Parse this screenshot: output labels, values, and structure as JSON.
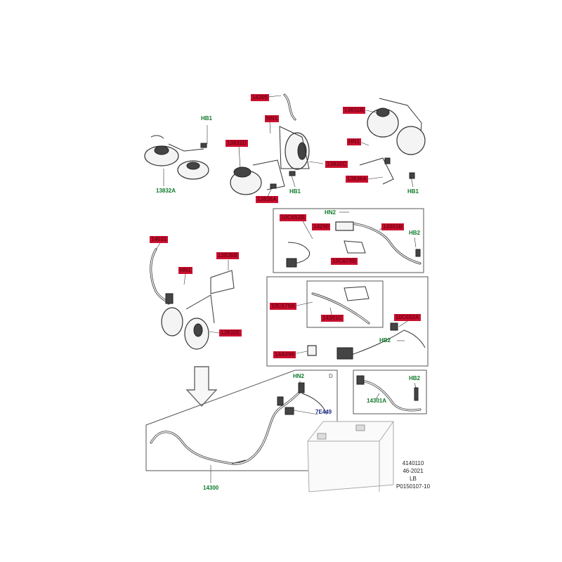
{
  "labels": {
    "hb1_a": "HB1",
    "horn_13832a": "13832A",
    "c_14305": "14305",
    "hn1_a": "HN1",
    "horn_13832d": "13832D",
    "horn_13832c_a": "13832C",
    "bracket_13836a_a": "13836A",
    "hb1_b": "HB1",
    "horn_13832b": "13832B",
    "hn1_b": "HN1",
    "bracket_13836a_b": "13836A",
    "hb1_c": "HB1",
    "c_10c652b": "10C652B",
    "hn2_a": "HN2",
    "c_14290": "14290",
    "c_14301b": "14301B",
    "hb2_a": "HB2",
    "c_10c679b": "10C679B",
    "c_14631": "14631",
    "hn1_c": "HN1",
    "bracket_13836b": "13836B",
    "horn_13832e": "13832E",
    "c_10c679a": "10C679A",
    "c_14301c": "14301C",
    "c_10c652a": "10C652A",
    "hb2_b": "HB2",
    "c_14a096": "14A096",
    "hn2_b": "HN2",
    "c_7e449": "7E449",
    "hb2_c": "HB2",
    "c_14301a": "14301A",
    "harness_14300": "14300",
    "panel_letter": "D"
  },
  "reference": {
    "line1": "4140110",
    "line2": "46-2021",
    "line3": "LB",
    "line4": "P0150107-10"
  },
  "colors": {
    "green_label": "#0f7a2a",
    "red_tag": "#c8102e",
    "blue_label": "#1d2f8a"
  }
}
